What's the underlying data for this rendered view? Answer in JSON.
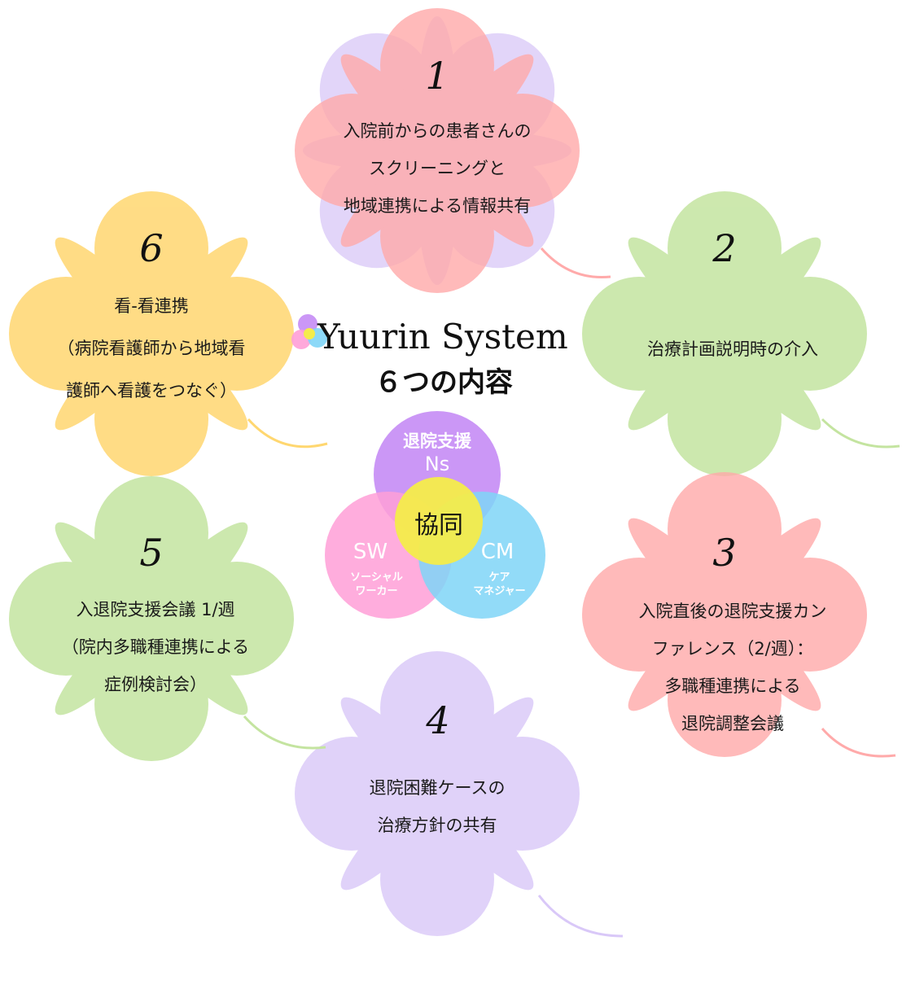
{
  "title": {
    "line1": "Yuurin System",
    "line2": "６つの内容"
  },
  "colors": {
    "purple": "#d9c8f8",
    "pink": "#ffaaaa",
    "green": "#c4e4a0",
    "orange": "#ffd770",
    "venn_purple": "#c58cf5",
    "venn_pink": "#ff9fd7",
    "venn_blue": "#7fd5f7",
    "venn_yellow": "#f4ec4a"
  },
  "items": [
    {
      "number": "1",
      "lines": [
        "入院前からの患者さんの",
        "スクリーニングと",
        "地域連携による情報共有"
      ]
    },
    {
      "number": "2",
      "lines": [
        "治療計画説明時の介入"
      ]
    },
    {
      "number": "3",
      "lines": [
        "入院直後の退院支援カン",
        "ファレンス（2/週）：",
        "多職種連携による",
        "退院調整会議"
      ]
    },
    {
      "number": "4",
      "lines": [
        "退院困難ケースの",
        "治療方針の共有"
      ]
    },
    {
      "number": "5",
      "lines": [
        "入退院支援会議 1/週",
        "（院内多職種連携による",
        "症例検討会）"
      ]
    },
    {
      "number": "6",
      "lines": [
        "看-看連携",
        "（病院看護師から地域看",
        "護師へ看護をつなぐ）"
      ]
    }
  ],
  "venn": {
    "center": "協同",
    "ns": {
      "title": "退院支援",
      "abbr": "Ns"
    },
    "sw": {
      "abbr": "SW",
      "sub1": "ソーシャル",
      "sub2": "ワーカー"
    },
    "cm": {
      "abbr": "CM",
      "sub1": "ケア",
      "sub2": "マネジャー"
    }
  }
}
